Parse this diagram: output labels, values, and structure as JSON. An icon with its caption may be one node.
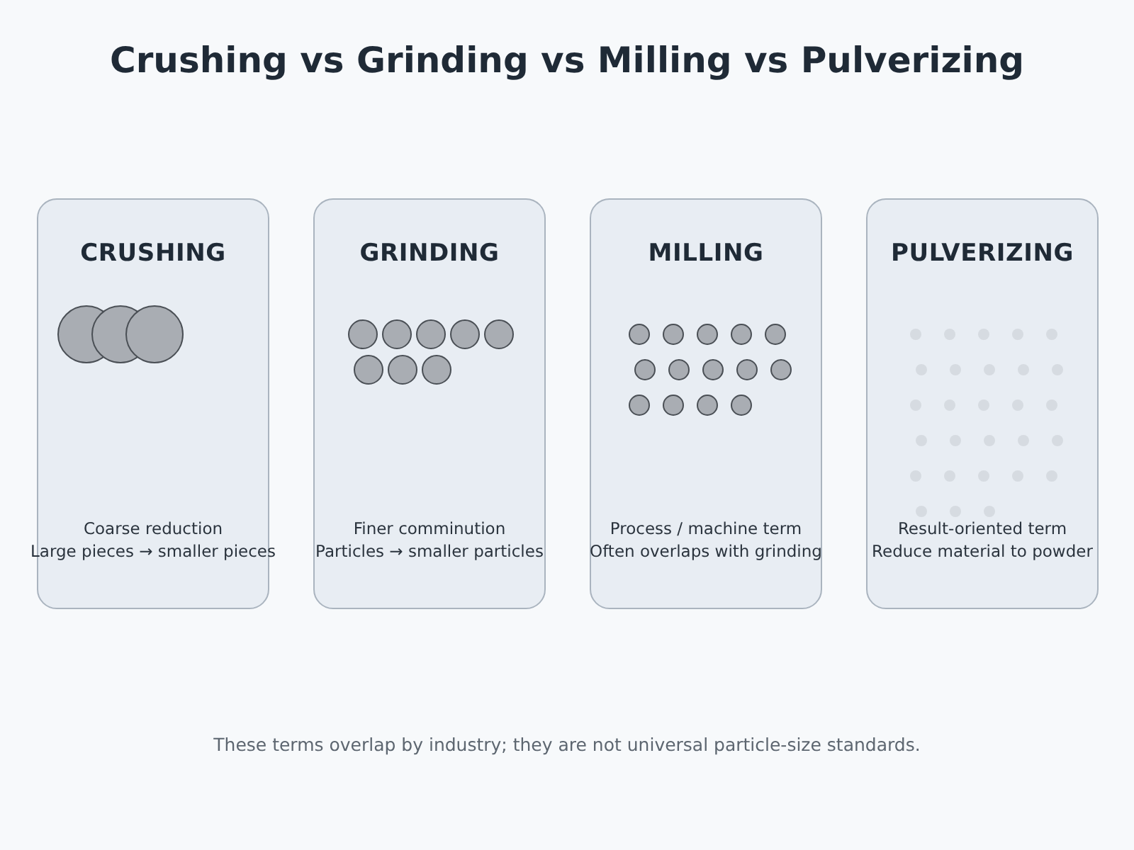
{
  "diagram": {
    "title": "Crushing vs Grinding vs Milling vs Pulverizing",
    "nodes": [
      {
        "text": [
          "CRUSHING",
          "Coarse reduction",
          "Large pieces → smaller pieces"
        ]
      },
      {
        "text": [
          "GRINDING",
          "Finer comminution",
          "Particles → smaller particles"
        ]
      },
      {
        "text": [
          "MILLING",
          "Process / machine term",
          "Often overlaps with grinding"
        ]
      },
      {
        "text": [
          "PULVERIZING",
          "Result-oriented term",
          "Reduce material to powder"
        ]
      }
    ],
    "labels": [
      "These terms overlap by industry; they are not universal particle-size standards."
    ]
  }
}
